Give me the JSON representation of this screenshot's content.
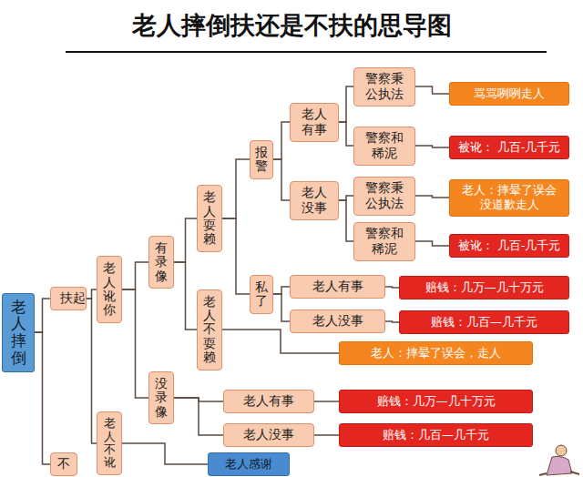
{
  "diagram": {
    "title": "老人摔倒扶还是不扶的思导图",
    "nodes": [
      {
        "text": [
          "老人摔倒"
        ]
      },
      {
        "text": [
          "扶起"
        ]
      },
      {
        "text": [
          "老人讹你"
        ]
      },
      {
        "text": [
          "有录像"
        ]
      },
      {
        "text": [
          "老人耍赖"
        ]
      },
      {
        "text": [
          "报警"
        ]
      },
      {
        "text": [
          "老人 有事"
        ]
      },
      {
        "text": [
          "警察秉 公执法"
        ]
      },
      {
        "text": [
          "骂骂咧咧走人"
        ]
      },
      {
        "text": [
          "警察和 稀泥"
        ]
      },
      {
        "text": [
          "被讹： 几百-几千元"
        ]
      },
      {
        "text": [
          "老人 没事"
        ]
      },
      {
        "text": [
          "警察秉 公执法"
        ]
      },
      {
        "text": [
          "老人：摔晕了误会 没道歉走人"
        ]
      },
      {
        "text": [
          "警察和 稀泥"
        ]
      },
      {
        "text": [
          "被讹： 几百-几千元"
        ]
      },
      {
        "text": [
          "私了"
        ]
      },
      {
        "text": [
          "老人有事"
        ]
      },
      {
        "text": [
          "赔钱：几万—几十万元"
        ]
      },
      {
        "text": [
          "老人没事"
        ]
      },
      {
        "text": [
          "赔钱：几百—几千元"
        ]
      },
      {
        "text": [
          "老人不耍赖"
        ]
      },
      {
        "text": [
          "老人：摔晕了误会，走人"
        ]
      },
      {
        "text": [
          "没录像"
        ]
      },
      {
        "text": [
          "老人有事"
        ]
      },
      {
        "text": [
          "赔钱：几万—几十万元"
        ]
      },
      {
        "text": [
          "老人没事"
        ]
      },
      {
        "text": [
          "赔钱：几百—几千元"
        ]
      },
      {
        "text": [
          "老人不讹"
        ]
      },
      {
        "text": [
          "老人感谢"
        ]
      },
      {
        "text": [
          "不"
        ]
      }
    ],
    "edges": [
      {
        "from": 0,
        "to": 1,
        "arrow": "none"
      },
      {
        "from": 0,
        "to": 30,
        "arrow": "none"
      },
      {
        "from": 1,
        "to": 2,
        "arrow": "none"
      },
      {
        "from": 1,
        "to": 28,
        "arrow": "none"
      },
      {
        "from": 2,
        "to": 3,
        "arrow": "none"
      },
      {
        "from": 2,
        "to": 23,
        "arrow": "none"
      },
      {
        "from": 3,
        "to": 4,
        "arrow": "none"
      },
      {
        "from": 3,
        "to": 21,
        "arrow": "none"
      },
      {
        "from": 4,
        "to": 5,
        "arrow": "none"
      },
      {
        "from": 4,
        "to": 16,
        "arrow": "none"
      },
      {
        "from": 5,
        "to": 6,
        "arrow": "none"
      },
      {
        "from": 5,
        "to": 11,
        "arrow": "none"
      },
      {
        "from": 6,
        "to": 7,
        "arrow": "none"
      },
      {
        "from": 6,
        "to": 9,
        "arrow": "none"
      },
      {
        "from": 7,
        "to": 8,
        "arrow": "none"
      },
      {
        "from": 9,
        "to": 10,
        "arrow": "none"
      },
      {
        "from": 11,
        "to": 12,
        "arrow": "none"
      },
      {
        "from": 11,
        "to": 14,
        "arrow": "none"
      },
      {
        "from": 12,
        "to": 13,
        "arrow": "none"
      },
      {
        "from": 14,
        "to": 15,
        "arrow": "none"
      },
      {
        "from": 16,
        "to": 17,
        "arrow": "none"
      },
      {
        "from": 16,
        "to": 19,
        "arrow": "none"
      },
      {
        "from": 17,
        "to": 18,
        "arrow": "none"
      },
      {
        "from": 19,
        "to": 20,
        "arrow": "none"
      },
      {
        "from": 21,
        "to": 22,
        "arrow": "none"
      },
      {
        "from": 23,
        "to": 24,
        "arrow": "none"
      },
      {
        "from": 23,
        "to": 26,
        "arrow": "none"
      },
      {
        "from": 24,
        "to": 25,
        "arrow": "none"
      },
      {
        "from": 26,
        "to": 27,
        "arrow": "none"
      },
      {
        "from": 28,
        "to": 29,
        "arrow": "none"
      }
    ]
  }
}
